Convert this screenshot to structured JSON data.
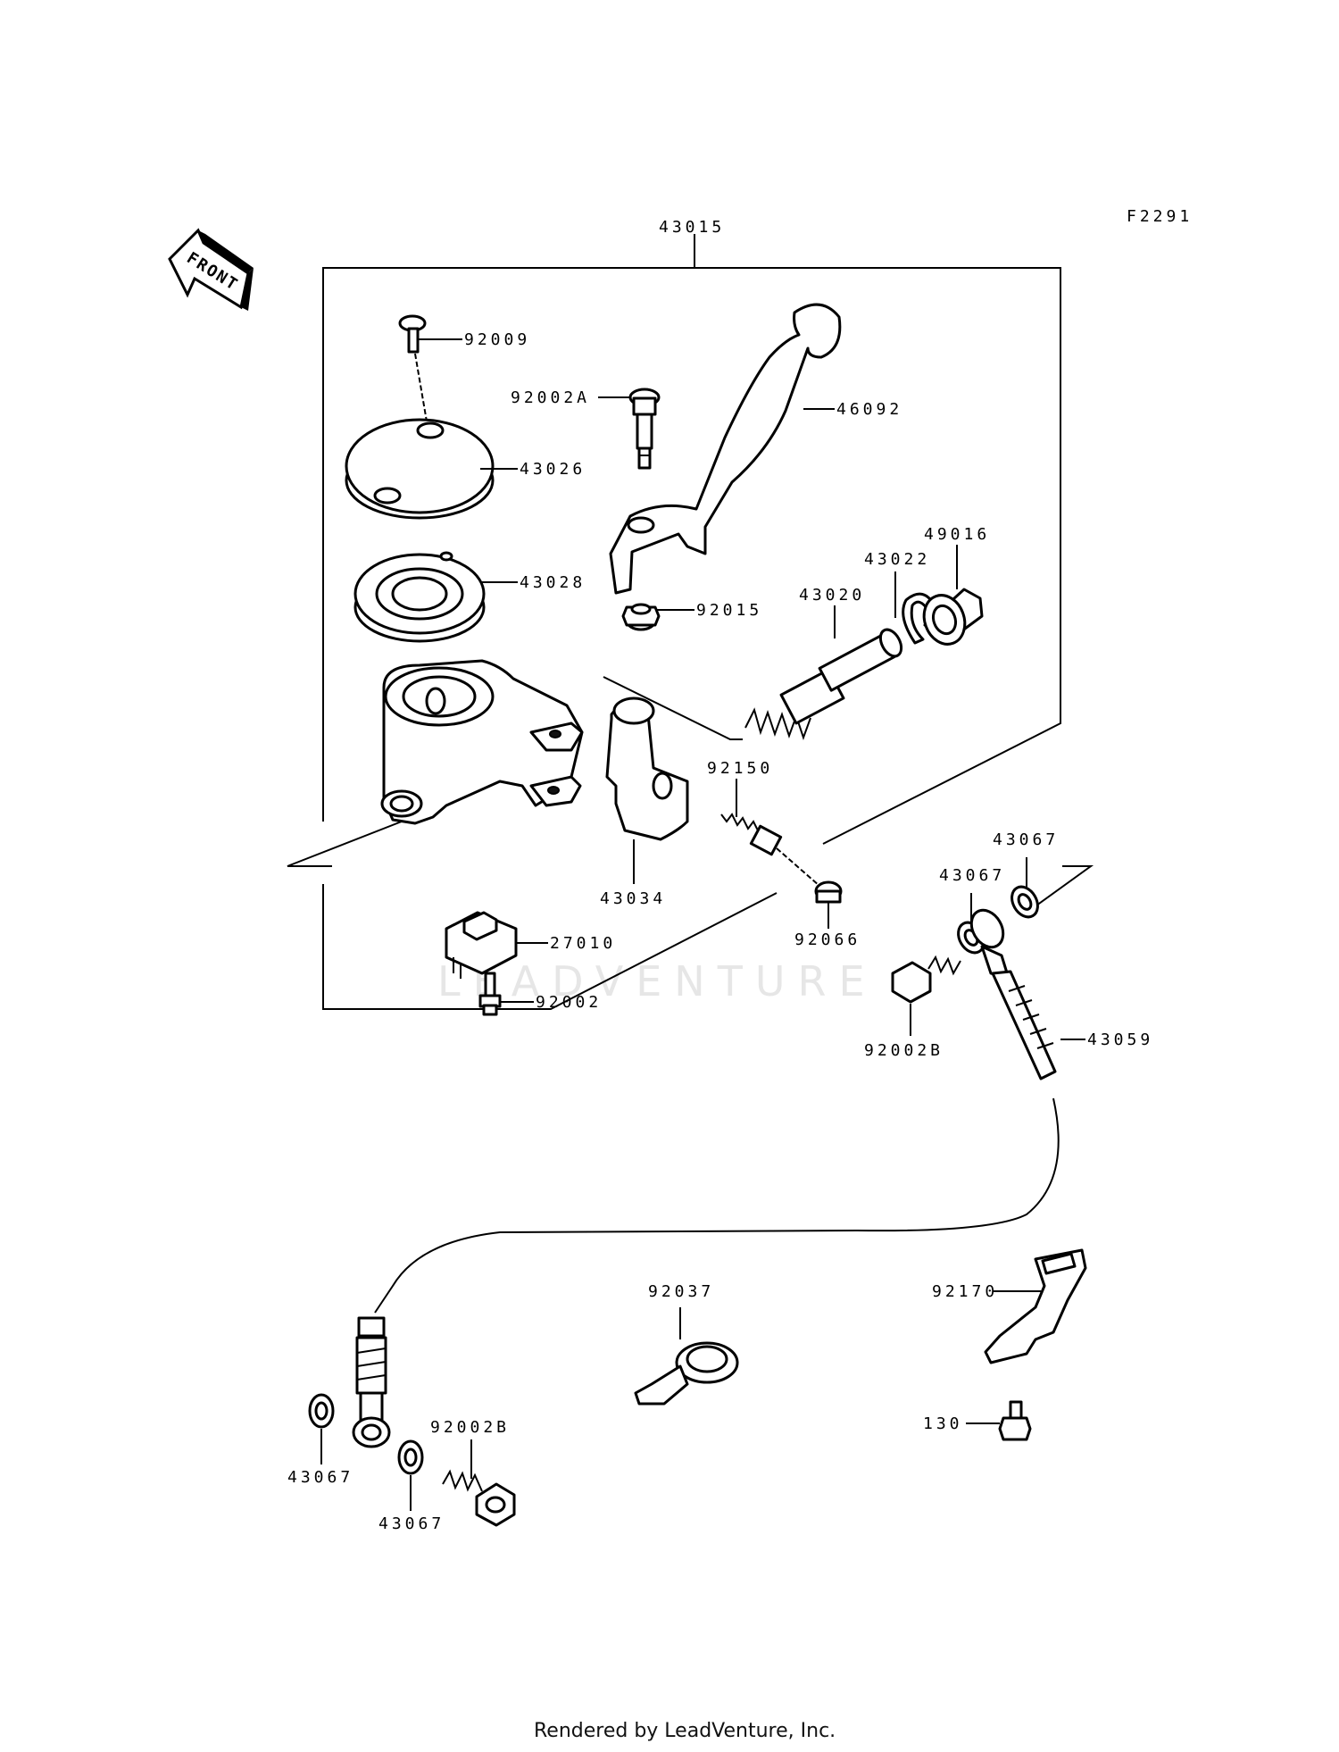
{
  "diagram": {
    "figure_code": "F2291",
    "front_label": "FRONT",
    "watermark": "LEADVENTURE",
    "footer": "Rendered by LeadVenture, Inc.",
    "labels": {
      "assembly": "43015",
      "screw": "92009",
      "cap": "43026",
      "diaphragm": "43028",
      "pivot_bolt": "92002A",
      "lever": "46092",
      "nut": "92015",
      "piston": "43020",
      "circlip": "43022",
      "boot": "49016",
      "clamp_bolt": "92150",
      "holder": "43034",
      "cap_small": "92066",
      "switch": "27010",
      "switch_screw": "92002",
      "washer_a": "43067",
      "washer_b": "43067",
      "banjo_bolt_top": "92002B",
      "hose": "43059",
      "clamp": "92037",
      "bracket": "92170",
      "bracket_bolt": "130",
      "washer_c": "43067",
      "washer_d": "43067",
      "banjo_bolt_bottom": "92002B"
    }
  }
}
